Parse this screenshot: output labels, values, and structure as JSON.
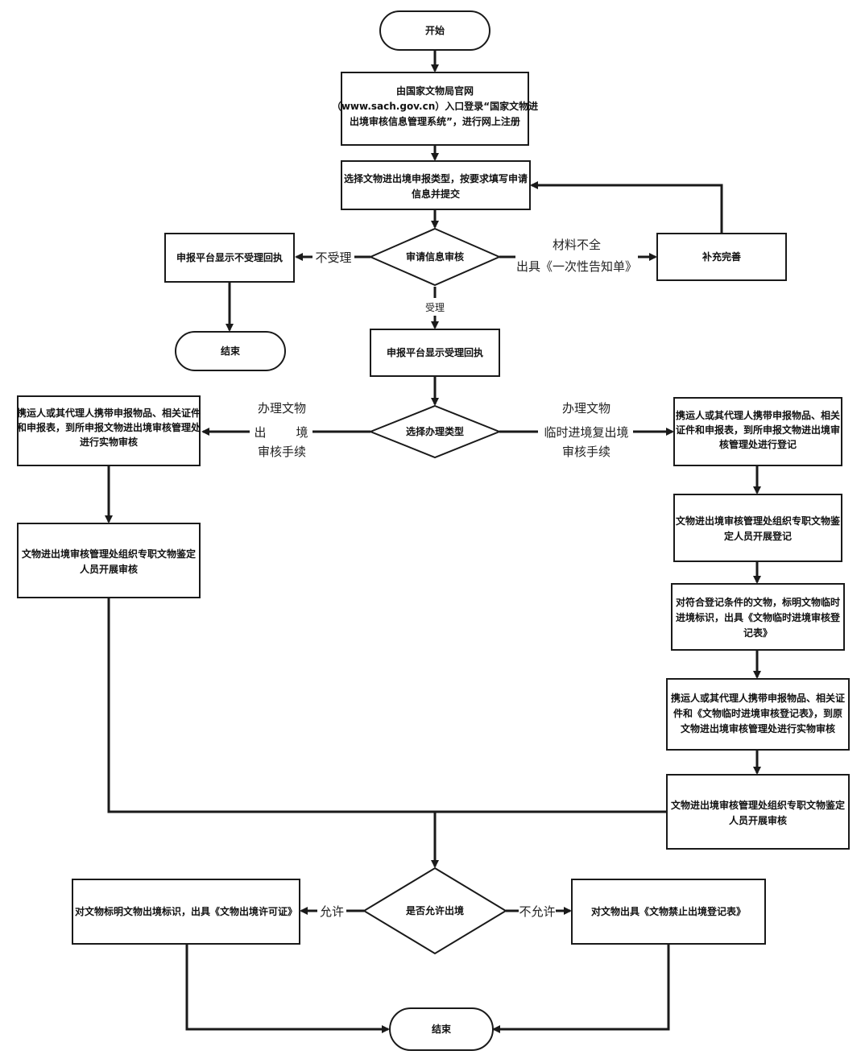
{
  "nodes": {
    "start": "开始",
    "register": [
      "由国家文物局官网",
      "（www.sach.gov.cn）入口登录“国家文物进",
      "出境审核信息管理系统”，进行网上注册"
    ],
    "fill_info": [
      "选择文物进出境申报类型，按要求填写申请",
      "信息并提交"
    ],
    "review": "审请信息审核",
    "not_accepted": "申报平台显示不受理回执",
    "end_left": "结束",
    "supplement": "补充完善",
    "accepted": "申报平台显示受理回执",
    "select_type": "选择办理类型",
    "left_bring": [
      "携运人或其代理人携带申报物品、相关证件",
      "和申报表，到所申报文物进出境审核管理处",
      "进行实物审核"
    ],
    "left_appraise": [
      "文物进出境审核管理处组织专职文物鉴定",
      "人员开展审核"
    ],
    "right_bring": [
      "携运人或其代理人携带申报物品、相关",
      "证件和申报表，到所申报文物进出境审",
      "核管理处进行登记"
    ],
    "right_register": [
      "文物进出境审核管理处组织专职文物鉴",
      "定人员开展登记"
    ],
    "right_mark": [
      "对符合登记条件的文物，标明文物临时",
      "进境标识，出具《文物临时进境审核登",
      "记表》"
    ],
    "right_bring2": [
      "携运人或其代理人携带申报物品、相关证",
      "件和《文物临时进境审核登记表》，到原",
      "文物进出境审核管理处进行实物审核"
    ],
    "right_appraise": [
      "文物进出境审核管理处组织专职文物鉴定",
      "人员开展审核"
    ],
    "allow_exit": "是否允许出境",
    "permit": "对文物标明文物出境标识，出具《文物出境许可证》",
    "deny": "对文物出具《文物禁止出境登记表》",
    "end_bottom": "结束"
  },
  "edges": {
    "not_accept_label": "不受理",
    "incomplete_label_1": "材料不全",
    "incomplete_label_2": "出具《一次性告知单》",
    "accept_label": "受理",
    "exit_label_1": "办理文物",
    "exit_label_2a": "出",
    "exit_label_2b": "境",
    "exit_label_3": "审核手续",
    "temp_label_1": "办理文物",
    "temp_label_2": "临时进境复出境",
    "temp_label_3": "审核手续",
    "allow_label": "允许",
    "deny_label": "不允许"
  }
}
